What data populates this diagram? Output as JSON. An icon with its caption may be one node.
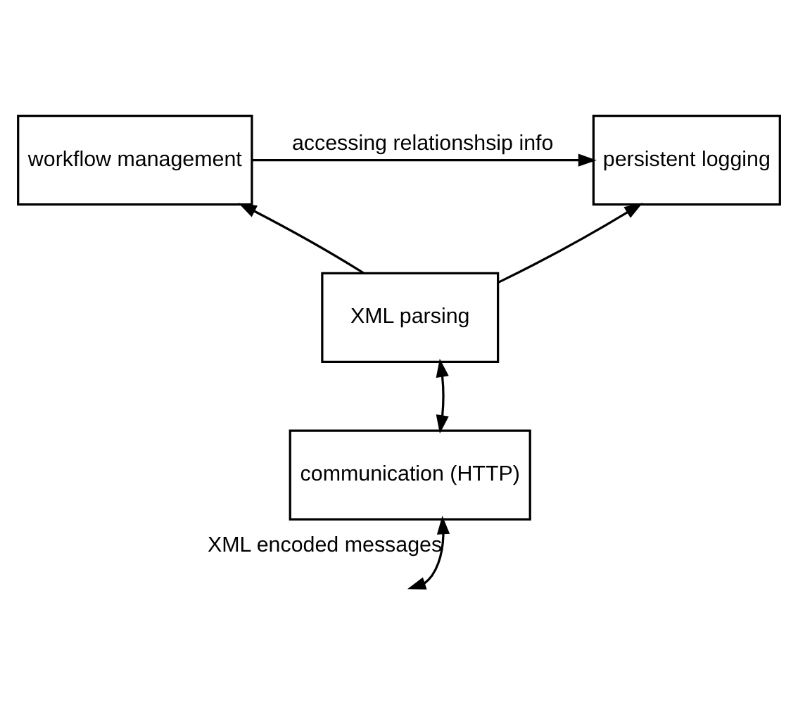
{
  "diagram": {
    "nodes": [
      {
        "text": [
          "workflow management"
        ]
      },
      {
        "text": [
          "persistent logging"
        ]
      },
      {
        "text": [
          "XML parsing"
        ]
      },
      {
        "text": [
          "communication (HTTP)"
        ]
      }
    ],
    "edges": [
      {
        "from": 0,
        "to": 1,
        "arrow": "to",
        "label": "accessing relationshsip info"
      },
      {
        "from": 2,
        "to": 0,
        "arrow": "to"
      },
      {
        "from": 2,
        "to": 1,
        "arrow": "to"
      },
      {
        "from": 2,
        "to": 3,
        "arrow": "both"
      },
      {
        "from": 3,
        "to": null,
        "arrow": "both",
        "label": "XML encoded messages"
      }
    ]
  }
}
